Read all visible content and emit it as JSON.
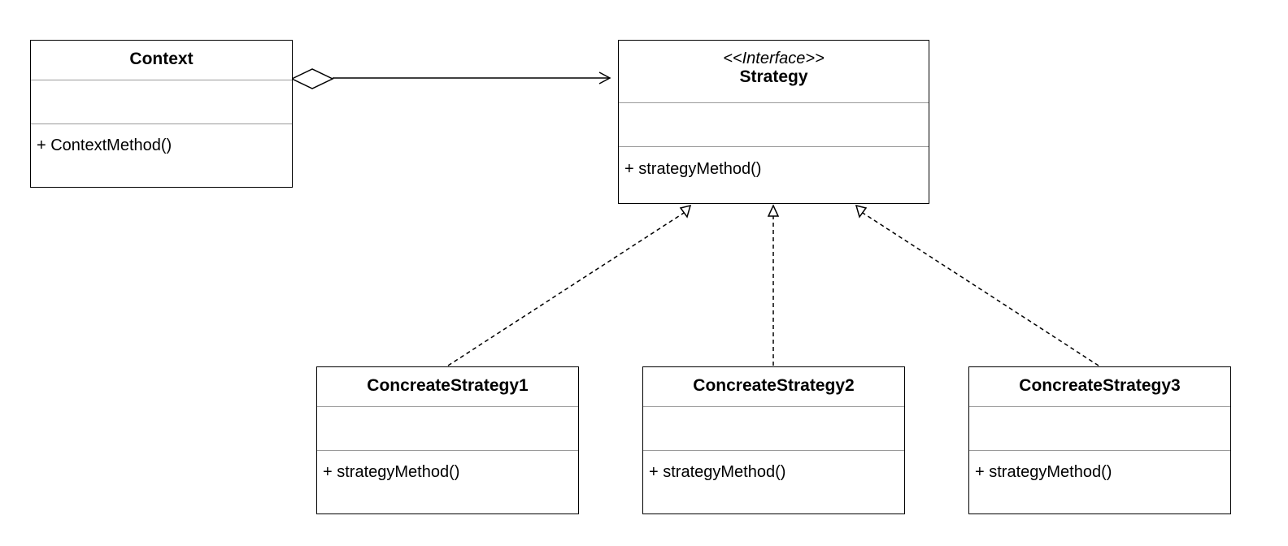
{
  "classes": {
    "context": {
      "name": "Context",
      "method": "+ ContextMethod()"
    },
    "strategy": {
      "stereotype": "<<Interface>>",
      "name": "Strategy",
      "method": "+ strategyMethod()"
    },
    "concrete1": {
      "name": "ConcreateStrategy1",
      "method": "+ strategyMethod()"
    },
    "concrete2": {
      "name": "ConcreateStrategy2",
      "method": "+ strategyMethod()"
    },
    "concrete3": {
      "name": "ConcreateStrategy3",
      "method": "+ strategyMethod()"
    }
  },
  "relationships": [
    {
      "type": "aggregation",
      "from": "Context",
      "to": "Strategy"
    },
    {
      "type": "realization",
      "from": "ConcreateStrategy1",
      "to": "Strategy"
    },
    {
      "type": "realization",
      "from": "ConcreateStrategy2",
      "to": "Strategy"
    },
    {
      "type": "realization",
      "from": "ConcreateStrategy3",
      "to": "Strategy"
    }
  ]
}
